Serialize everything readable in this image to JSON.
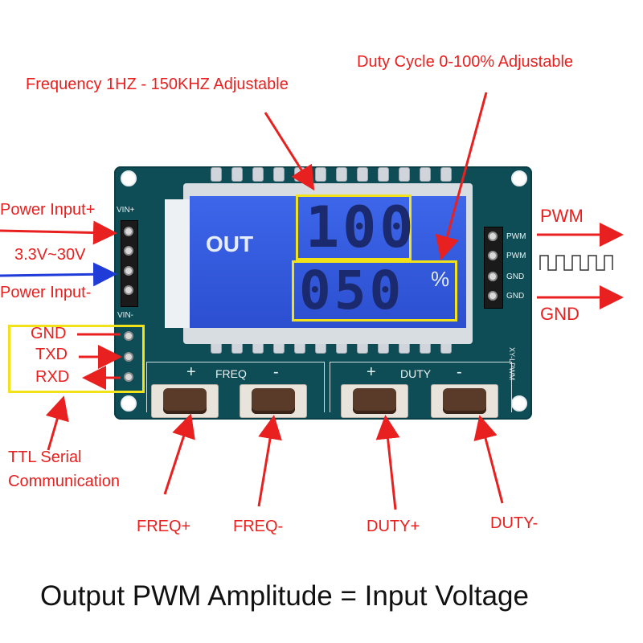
{
  "callouts": {
    "frequency": "Frequency 1HZ - 150KHZ Adjustable",
    "duty_cycle": "Duty Cycle 0-100% Adjustable",
    "power_input_plus": "Power Input+",
    "voltage_range": "3.3V~30V",
    "power_input_minus": "Power Input-",
    "gnd": "GND",
    "txd": "TXD",
    "rxd": "RXD",
    "ttl_serial_line1": "TTL Serial",
    "ttl_serial_line2": "Communication",
    "pwm": "PWM",
    "gnd_right": "GND",
    "freq_plus": "FREQ+",
    "freq_minus": "FREQ-",
    "duty_plus": "DUTY+",
    "duty_minus": "DUTY-"
  },
  "board": {
    "vin_plus": "VIN+",
    "vin_minus": "VIN-",
    "pin_pwm_1": "PWM",
    "pin_pwm_2": "PWM",
    "pin_gnd_1": "GND",
    "pin_gnd_2": "GND",
    "freq_label": "FREQ",
    "duty_label": "DUTY",
    "plus": "+",
    "minus": "-",
    "model": "XY-LPWM"
  },
  "lcd": {
    "out_label": "OUT",
    "frequency_value": "100",
    "duty_value": "050",
    "percent": "%"
  },
  "footer": {
    "caption": "Output PWM Amplitude = Input Voltage"
  },
  "colors": {
    "callout_text": "#e8201f",
    "arrow": "#e8201f",
    "power_minus_arrow": "#1f3bd8",
    "highlight_box": "#f2e21a",
    "pcb": "#0f4d56",
    "lcd_screen": "#2f55d8"
  }
}
